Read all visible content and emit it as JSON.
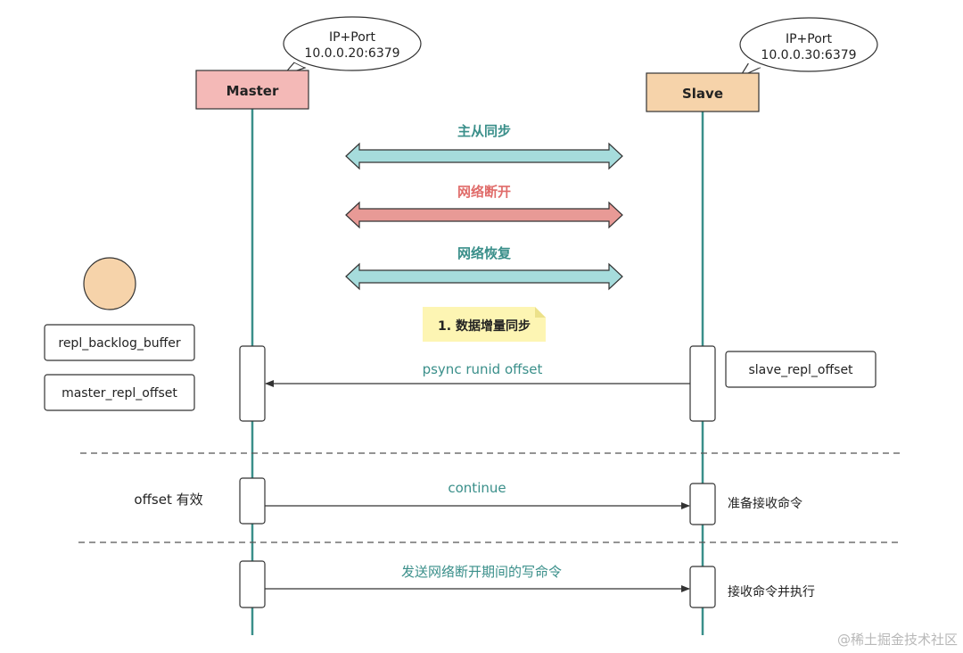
{
  "master": {
    "label": "Master",
    "bubble_line1": "IP+Port",
    "bubble_line2": "10.0.0.20:6379"
  },
  "slave": {
    "label": "Slave",
    "bubble_line1": "IP+Port",
    "bubble_line2": "10.0.0.30:6379"
  },
  "phases": {
    "sync": "主从同步",
    "disconnect": "网络断开",
    "recover": "网络恢复"
  },
  "note": "1. 数据增量同步",
  "master_side": {
    "backlog_buffer": "repl_backlog_buffer",
    "repl_offset": "master_repl_offset",
    "offset_valid": "offset 有效"
  },
  "slave_side": {
    "repl_offset": "slave_repl_offset",
    "ready": "准备接收命令",
    "execute": "接收命令并执行"
  },
  "messages": {
    "psync": "psync runid offset",
    "continue": "continue",
    "send_commands": "发送网络断开期间的写命令"
  },
  "watermark": "@稀土掘金技术社区",
  "colors": {
    "master_fill": "#f4b9b7",
    "slave_fill": "#f6d3aa",
    "lifeline": "#3a8f8a",
    "arrow_teal": "#a6dcdc",
    "arrow_red": "#e89a96",
    "phase_teal": "#3a8f8a",
    "phase_red": "#e06c6a",
    "note_fill": "#fdf5b3",
    "circle_fill": "#f6d3aa"
  }
}
